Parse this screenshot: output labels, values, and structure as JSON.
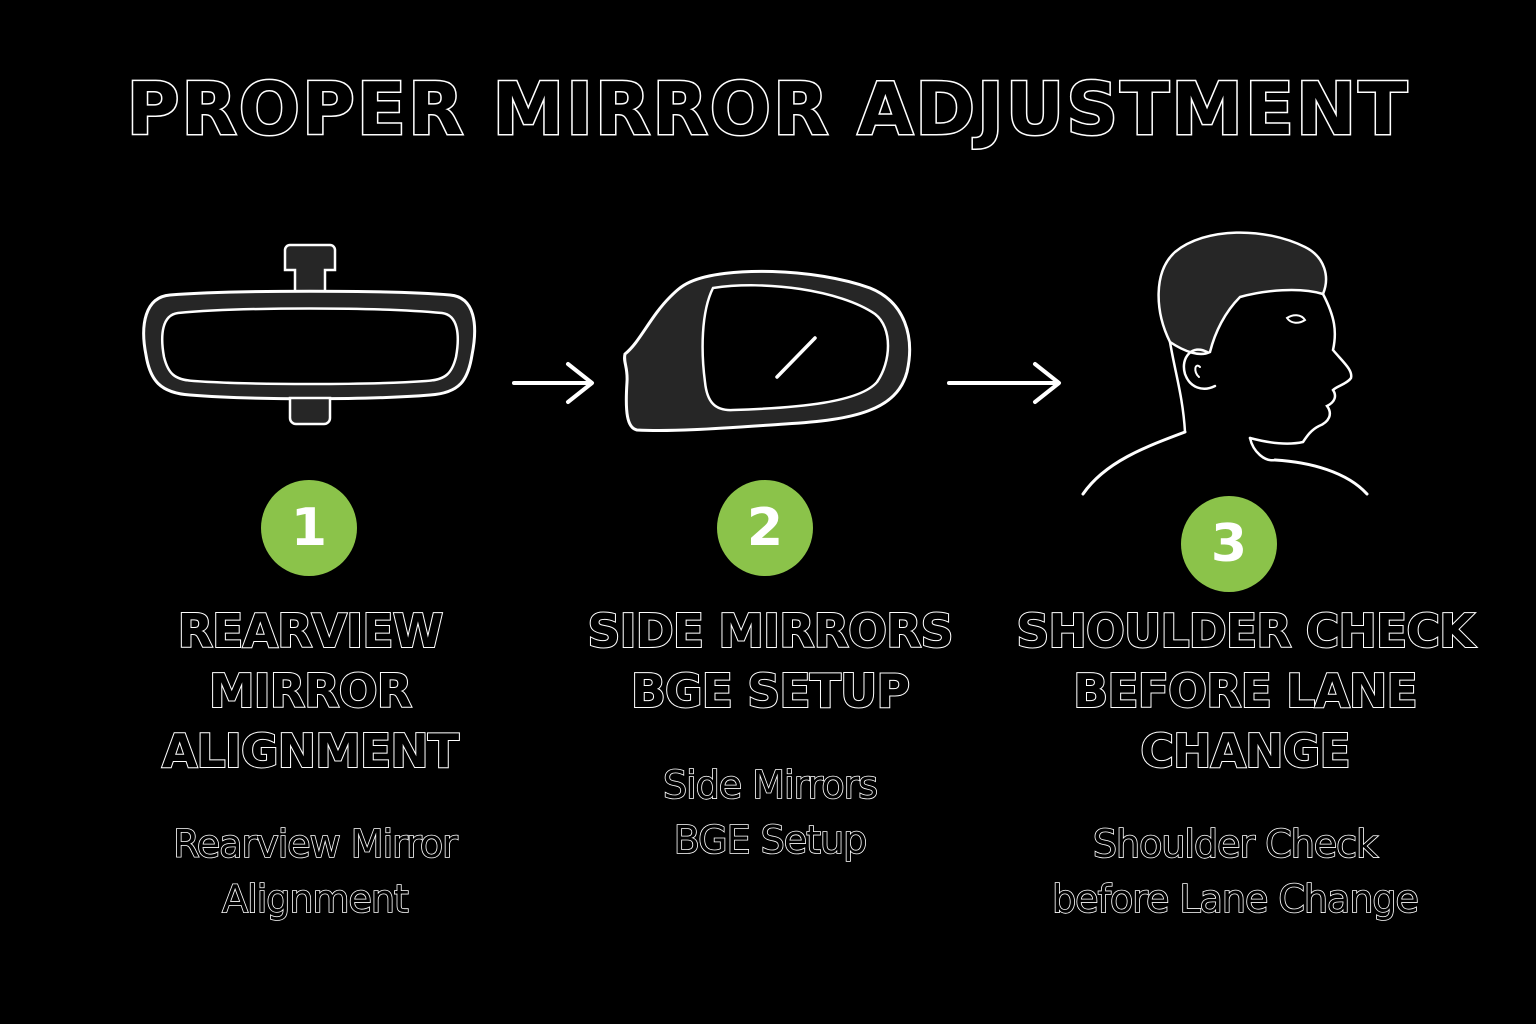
{
  "title": "PROPER MIRROR ADJUSTMENT",
  "colors": {
    "background": "#000000",
    "outline": "#ffffff",
    "badge": "#8bc34a",
    "icon_fill": "#262626"
  },
  "steps": [
    {
      "number": "1",
      "icon": "rearview-mirror-icon",
      "heading_lines": [
        "REARVIEW",
        "MIRROR",
        "ALIGNMENT"
      ],
      "description_lines": [
        "Rearview Mirror",
        "Alignment"
      ]
    },
    {
      "number": "2",
      "icon": "side-mirror-icon",
      "heading_lines": [
        "SIDE MIRRORS",
        "BGE SETUP"
      ],
      "description_lines": [
        "Side Mirrors",
        "BGE Setup"
      ]
    },
    {
      "number": "3",
      "icon": "head-profile-icon",
      "heading_lines": [
        "SHOULDER CHECK",
        "BEFORE LANE",
        "CHANGE"
      ],
      "description_lines": [
        "Shoulder Check",
        "before Lane Change"
      ]
    }
  ]
}
